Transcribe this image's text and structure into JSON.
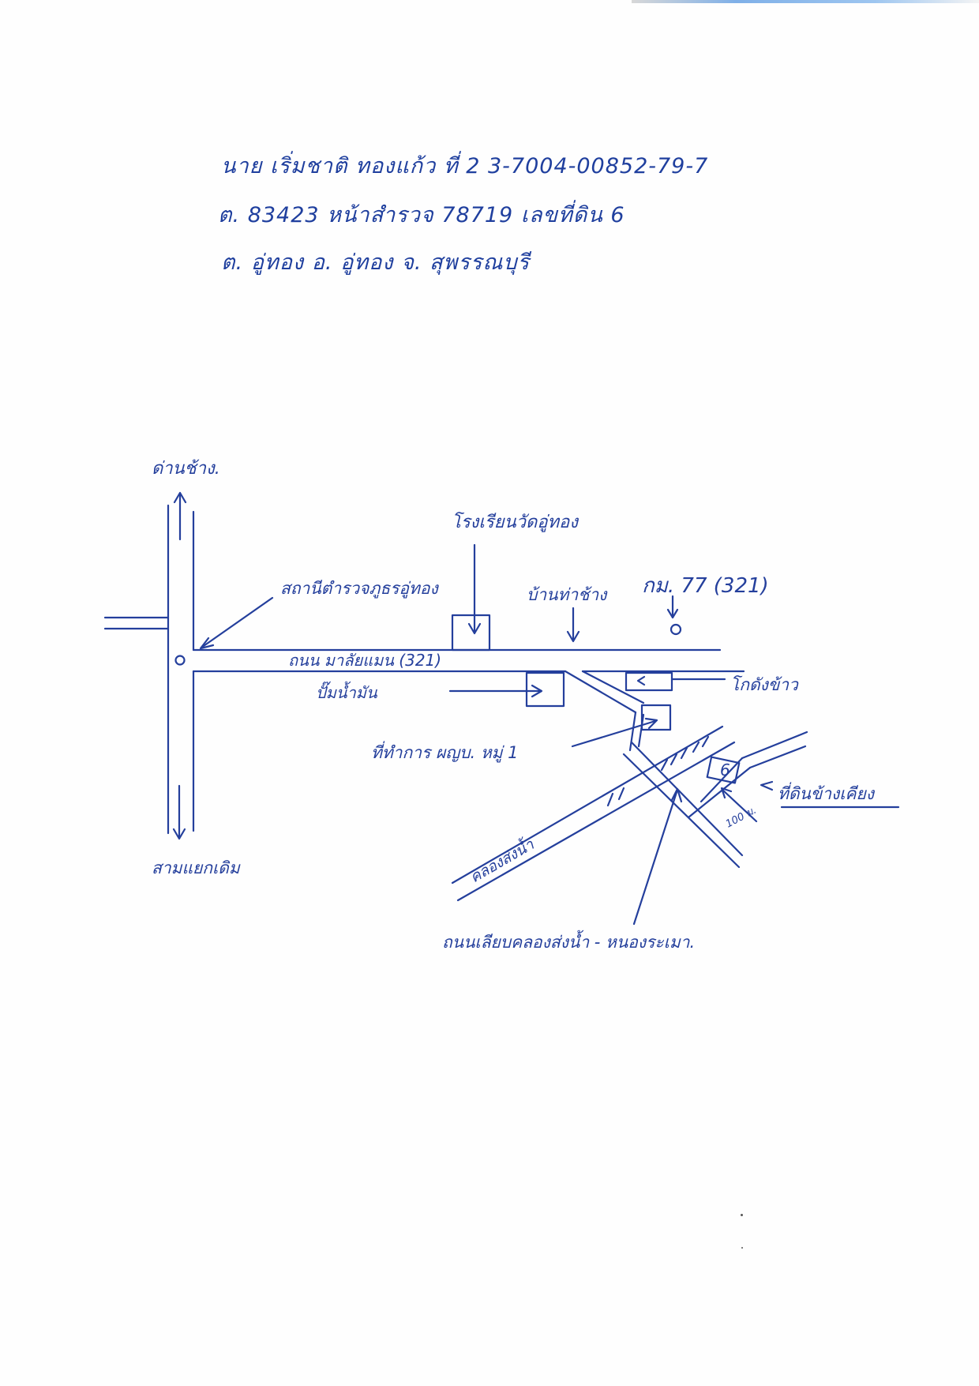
{
  "header_lines": [
    "นาย เริ่มชาติ ทองแก้ว ที่ 2   3-7004-00852-79-7",
    "ต. 83423  หน้าสำรวจ  78719  เลขที่ดิน  6",
    "ต. อู่ทอง  อ. อู่ทอง  จ. สุพรรณบุรี"
  ],
  "map": {
    "label_north": "ด่านช้าง.",
    "label_south": "สามแยกเดิม",
    "label_school": "โรงเรียนวัดอู่ทอง",
    "label_police": "สถานีตำรวจภูธรอู่ทอง",
    "label_village": "บ้านท่าช้าง",
    "label_km": "กม. 77 (321)",
    "label_road": "ถนน มาลัยแมน (321)",
    "label_gas": "ปั๊มน้ำมัน",
    "label_market": "โกดังข้าว",
    "label_office": "ที่ทำการ ผญบ. หมู่ 1",
    "label_canal": "คลองส่งน้ำ",
    "label_parcel": "ที่ดินข้างเคียง",
    "label_distance": "100 ม.",
    "label_bottom_road": "ถนนเลียบคลองส่งน้ำ - หนองระเมา.",
    "parcel_number": "6"
  }
}
